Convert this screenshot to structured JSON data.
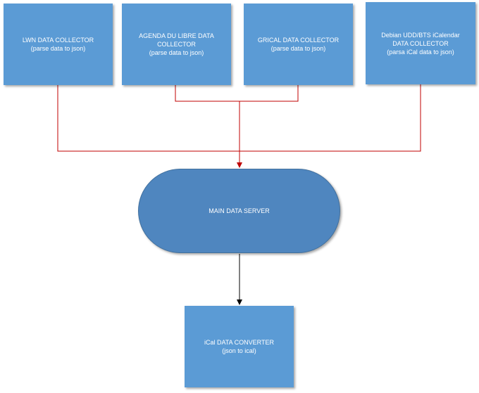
{
  "collectors": [
    {
      "title": "LWN DATA COLLECTOR",
      "subtitle": "(parse data to json)"
    },
    {
      "title": "AGENDA DU LIBRE DATA COLLECTOR",
      "subtitle": "(parse data to json)"
    },
    {
      "title": "GRICAL DATA COLLECTOR",
      "subtitle": "(parse data to json)"
    },
    {
      "title": "Debian UDD/BTS iCalendar DATA COLLECTOR",
      "subtitle": "(parsa iCal data to json)"
    }
  ],
  "server": {
    "label": "MAIN DATA SERVER"
  },
  "converter": {
    "title": "iCal DATA CONVERTER",
    "subtitle": "(json to ical)"
  },
  "colors": {
    "box_fill": "#5b9bd5",
    "server_fill": "#4f86bf",
    "input_lines": "#c00000",
    "output_line": "#000000"
  }
}
